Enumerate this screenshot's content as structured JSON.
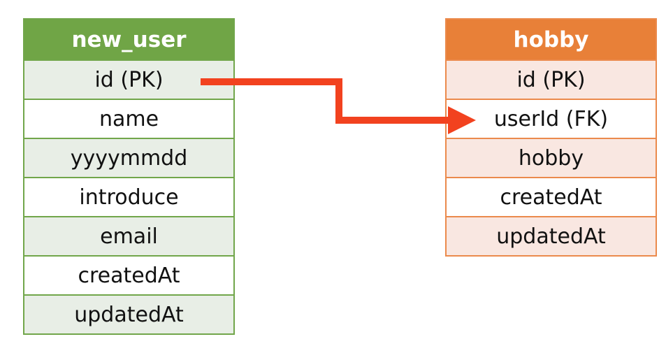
{
  "tables": {
    "new_user": {
      "title": "new_user",
      "header_color": "#70A546",
      "fields": [
        "id (PK)",
        "name",
        "yyyymmdd",
        "introduce",
        "email",
        "createdAt",
        "updatedAt"
      ]
    },
    "hobby": {
      "title": "hobby",
      "header_color": "#E88038",
      "fields": [
        "id (PK)",
        "userId (FK)",
        "hobby",
        "createdAt",
        "updatedAt"
      ]
    }
  },
  "relation": {
    "from": "new_user.id (PK)",
    "to": "hobby.userId (FK)",
    "color": "#F2421F"
  }
}
